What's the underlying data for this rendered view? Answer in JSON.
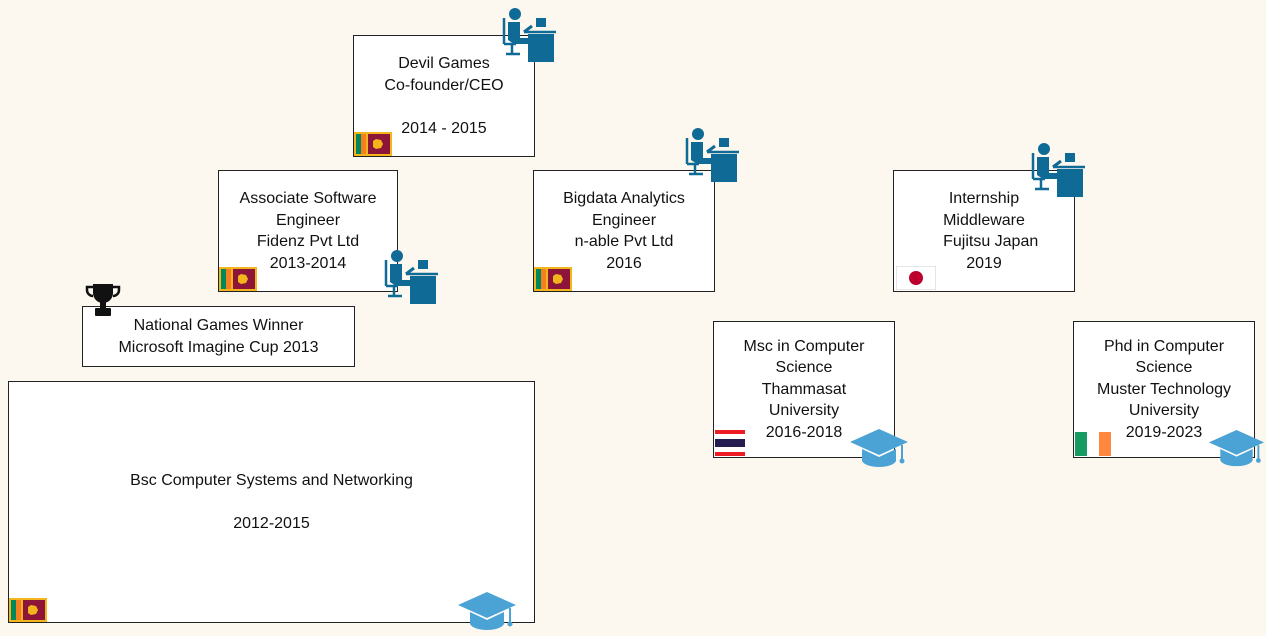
{
  "colors": {
    "background": "#fdf8ef",
    "work_icon": "#0f6a96",
    "edu_icon": "#4aa3d4",
    "award_icon": "#111111"
  },
  "cards": {
    "devil": {
      "text": "Devil Games\nCo-founder/CEO\n\n2014 - 2015",
      "flag": "sri-lanka-flag-icon",
      "icon": "person-at-desk-icon"
    },
    "fidenz": {
      "text": "Associate Software\nEngineer\nFidenz Pvt Ltd\n2013-2014",
      "flag": "sri-lanka-flag-icon",
      "icon": "person-at-desk-icon"
    },
    "nable": {
      "text": "Bigdata Analytics\nEngineer\nn-able Pvt Ltd\n2016",
      "flag": "sri-lanka-flag-icon",
      "icon": "person-at-desk-icon"
    },
    "fujitsu": {
      "text": "Internship\nMiddleware\n   Fujitsu Japan\n2019",
      "flag": "japan-flag-icon",
      "icon": "person-at-desk-icon"
    },
    "award": {
      "text": "National Games Winner\nMicrosoft Imagine Cup 2013",
      "icon": "trophy-icon"
    },
    "msc": {
      "text": "Msc in Computer\nScience\nThammasat\nUniversity\n2016-2018",
      "flag": "thailand-flag-icon",
      "icon": "graduation-cap-icon"
    },
    "phd": {
      "text": "Phd in Computer\nScience\nMuster Technology\nUniversity\n2019-2023",
      "flag": "ireland-flag-icon",
      "icon": "graduation-cap-icon"
    },
    "bsc": {
      "text": "Bsc Computer Systems and Networking\n\n2012-2015",
      "flag": "sri-lanka-flag-icon",
      "icon": "graduation-cap-icon"
    }
  }
}
